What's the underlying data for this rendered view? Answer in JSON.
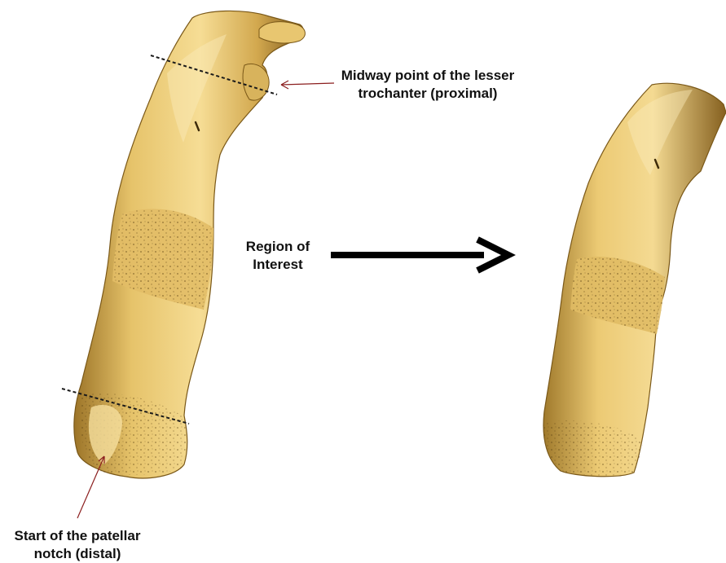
{
  "labels": {
    "proximal_line1": "Midway point of the lesser",
    "proximal_line2": "trochanter (proximal)",
    "roi_line1": "Region of",
    "roi_line2": "Interest",
    "distal_line1": "Start of the patellar",
    "distal_line2": "notch (distal)"
  },
  "colors": {
    "bone_light": "#f3d98a",
    "bone_mid": "#d9b35a",
    "bone_dark": "#9c7428",
    "bone_shadow": "#6e4f1a",
    "pointer_arrow": "#8b1e1e",
    "roi_arrow": "#000000",
    "cut_line": "#1a1a1a"
  },
  "icons": {
    "roi_arrow": "arrow-right-icon",
    "pointer": "thin-arrow-icon"
  }
}
